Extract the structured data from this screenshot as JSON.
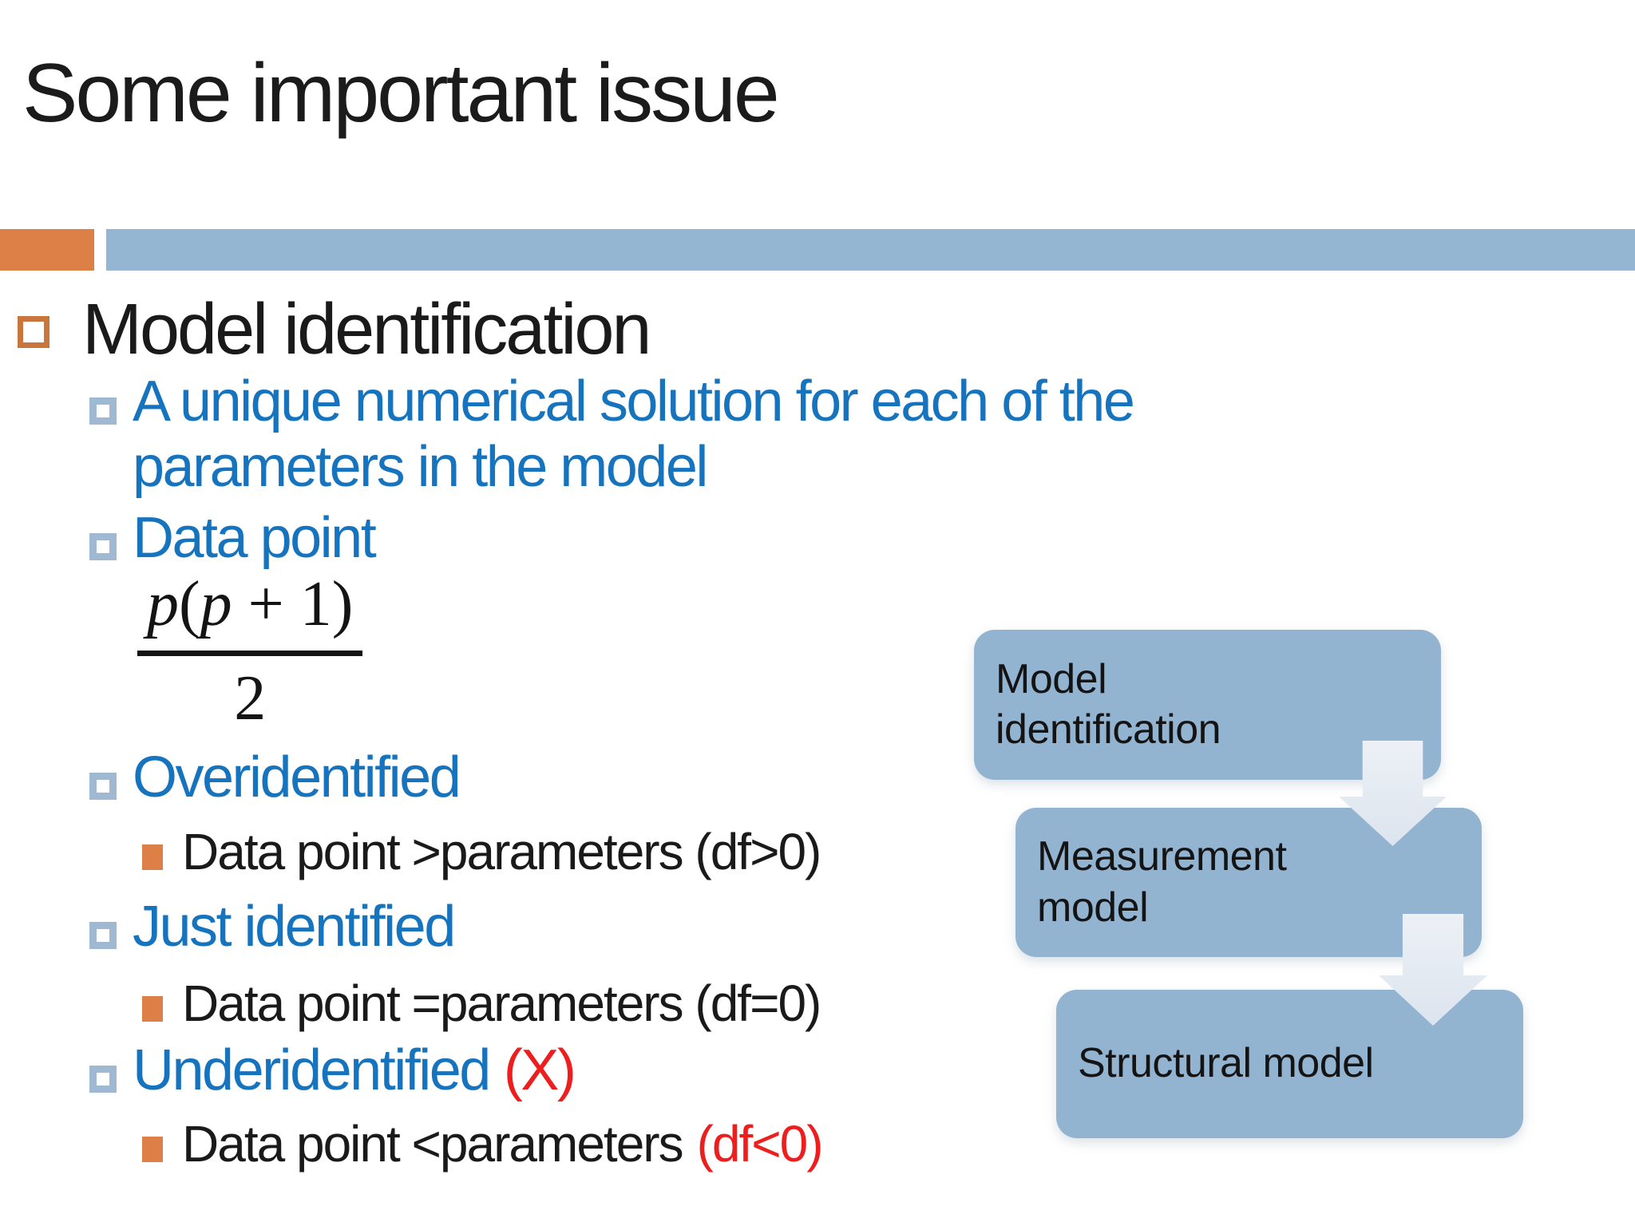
{
  "slide": {
    "title": "Some important issue",
    "colors": {
      "accent_orange": "#DD8047",
      "accent_blue": "#94B6D2",
      "text_blue": "#1673BE",
      "alert_red": "#EC1E1E"
    },
    "list": {
      "l1": "Model identification",
      "l2a_line1": "A unique numerical solution for each of the",
      "l2a_line2": "parameters in the model",
      "l2b": "Data point",
      "l2c": "Overidentified",
      "l3a": "Data point >parameters (df>0)",
      "l2d": "Just identified",
      "l3b": "Data point =parameters (df=0)",
      "l2e": "Underidentified",
      "l2e_suffix": "(X)",
      "l3c": "Data point <parameters",
      "l3c_suffix": "(df<0)"
    },
    "formula": {
      "num_p1": "p",
      "num_open": "(",
      "num_p2": "p",
      "num_rest": " + 1)",
      "den": "2"
    },
    "flowchart": {
      "boxes": [
        {
          "label": "Model identification"
        },
        {
          "label": "Measurement model"
        },
        {
          "label": "Structural model"
        }
      ]
    }
  }
}
